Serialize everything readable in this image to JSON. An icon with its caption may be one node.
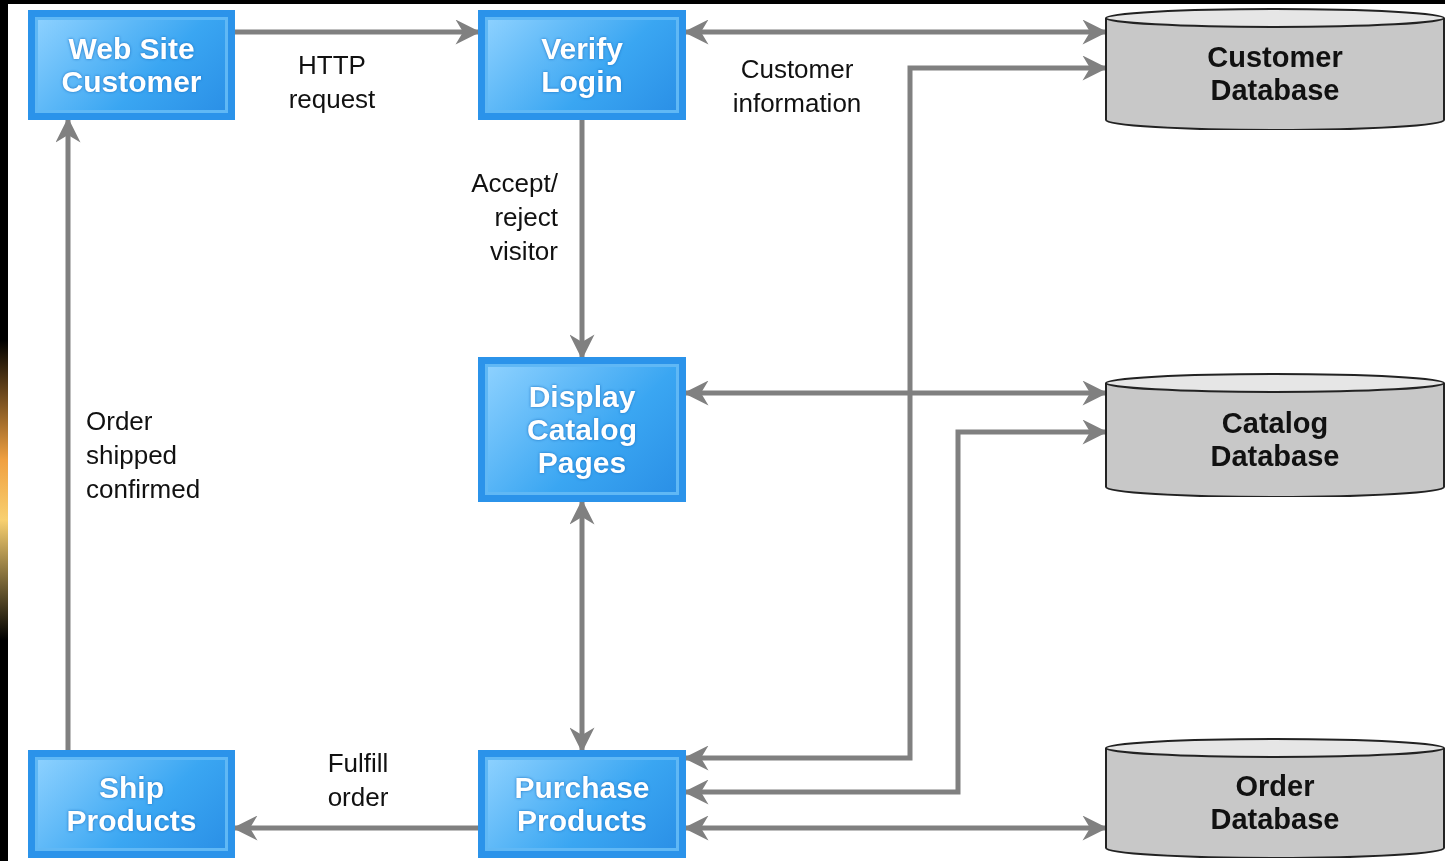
{
  "diagram": {
    "nodes": [
      {
        "text": [
          "Web Site Customer"
        ]
      },
      {
        "text": [
          "Verify Login"
        ]
      },
      {
        "text": [
          "Customer Database"
        ]
      },
      {
        "text": [
          "Display Catalog Pages"
        ]
      },
      {
        "text": [
          "Catalog Database"
        ]
      },
      {
        "text": [
          "Ship Products"
        ]
      },
      {
        "text": [
          "Purchase Products"
        ]
      },
      {
        "text": [
          "Order Database"
        ]
      }
    ],
    "edges": [
      {
        "from": 0,
        "to": 1,
        "arrow": "to",
        "label": "HTTP request"
      },
      {
        "from": 1,
        "to": 2,
        "arrow": "both",
        "label": "Customer information"
      },
      {
        "from": 1,
        "to": 3,
        "arrow": "to",
        "label": "Accept/ reject visitor"
      },
      {
        "from": 3,
        "to": 4,
        "arrow": "both"
      },
      {
        "from": 3,
        "to": 6,
        "arrow": "both"
      },
      {
        "from": 6,
        "to": 5,
        "arrow": "to",
        "label": "Fulfill order"
      },
      {
        "from": 5,
        "to": 0,
        "arrow": "to",
        "label": "Order shipped confirmed"
      },
      {
        "from": 6,
        "to": 7,
        "arrow": "both"
      },
      {
        "from": 6,
        "to": 2,
        "arrow": "both"
      },
      {
        "from": 6,
        "to": 4,
        "arrow": "both"
      }
    ]
  }
}
